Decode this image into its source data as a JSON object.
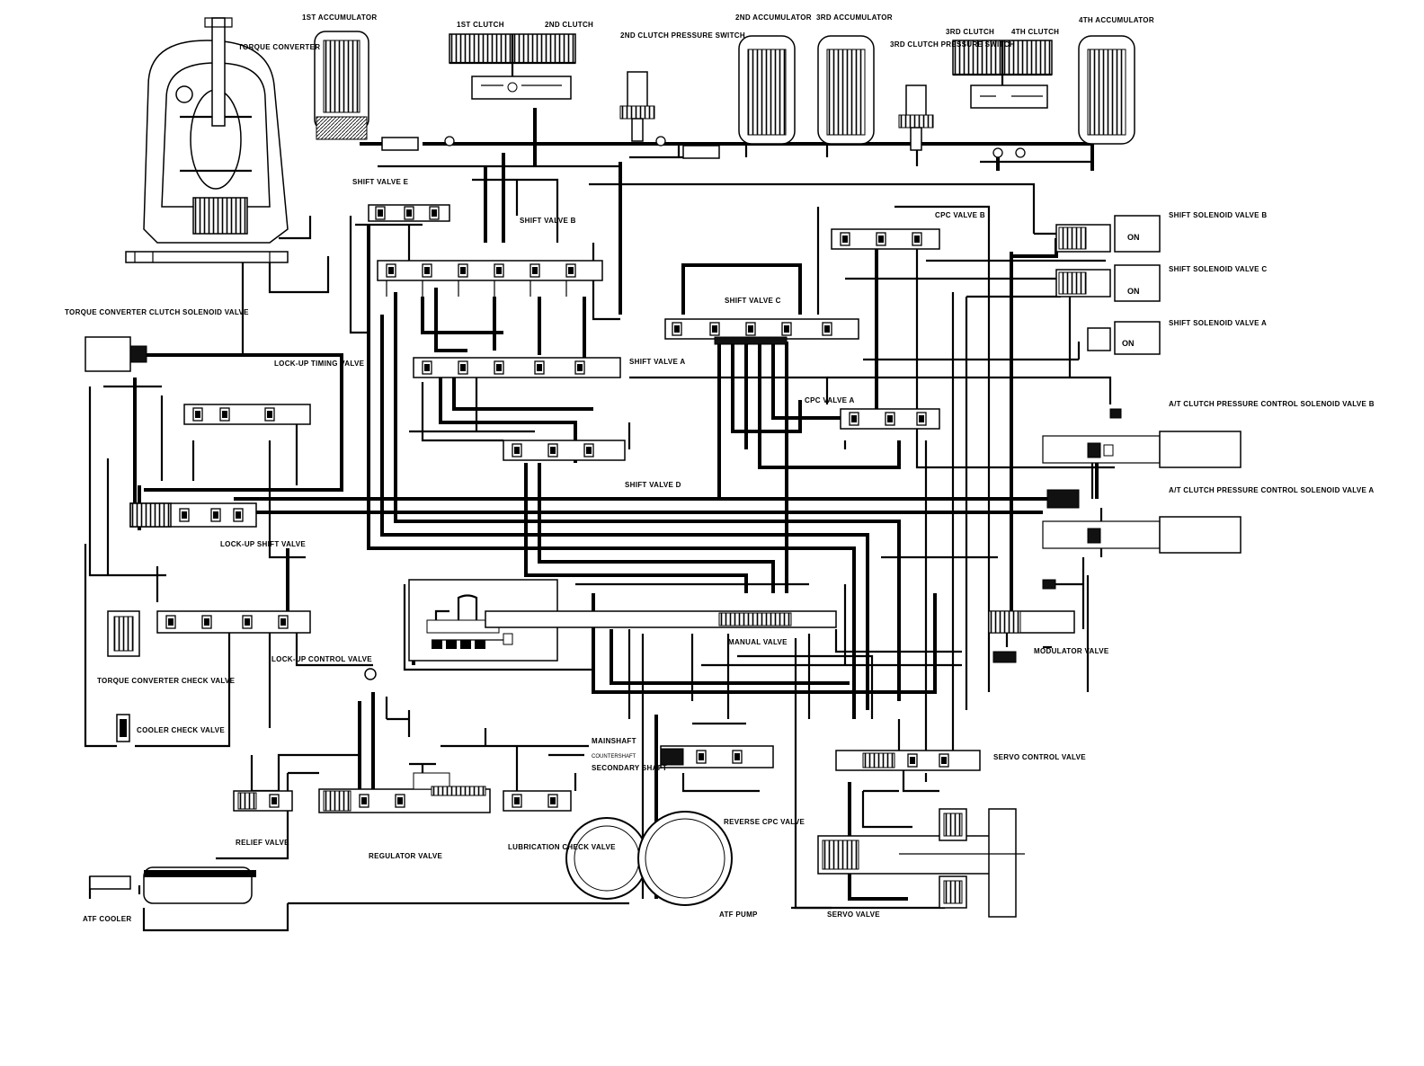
{
  "colors": {
    "ink": "#000000",
    "paper": "#ffffff"
  },
  "labels": {
    "torque_converter": "TORQUE CONVERTER",
    "accumulator_1st": "1ST ACCUMULATOR",
    "clutch_1st": "1ST CLUTCH",
    "clutch_2nd": "2ND CLUTCH",
    "pressure_switch_2nd": "2ND CLUTCH PRESSURE SWITCH",
    "accumulator_2nd": "2ND ACCUMULATOR",
    "accumulator_3rd": "3RD ACCUMULATOR",
    "pressure_switch_3rd": "3RD CLUTCH PRESSURE SWITCH",
    "clutch_3rd": "3RD CLUTCH",
    "clutch_4th": "4TH CLUTCH",
    "accumulator_4th": "4TH ACCUMULATOR",
    "shift_valve_e": "SHIFT VALVE E",
    "shift_valve_b": "SHIFT VALVE B",
    "cpc_valve_b": "CPC VALVE B",
    "shift_solenoid_b": "SHIFT SOLENOID VALVE B",
    "shift_solenoid_c": "SHIFT SOLENOID VALVE C",
    "shift_solenoid_a": "SHIFT SOLENOID VALVE A",
    "tcc_solenoid": "TORQUE CONVERTER CLUTCH SOLENOID VALVE",
    "shift_valve_c": "SHIFT VALVE C",
    "lockup_timing": "LOCK-UP TIMING VALVE",
    "shift_valve_a": "SHIFT VALVE A",
    "cpc_valve_a": "CPC VALVE A",
    "at_clutch_b": "A/T CLUTCH PRESSURE CONTROL SOLENOID VALVE B",
    "shift_valve_d": "SHIFT VALVE D",
    "at_clutch_a": "A/T CLUTCH PRESSURE CONTROL SOLENOID VALVE A",
    "lockup_shift": "LOCK-UP SHIFT VALVE",
    "manual_valve": "MANUAL VALVE",
    "modulator_valve": "MODULATOR VALVE",
    "tc_check_valve": "TORQUE CONVERTER CHECK VALVE",
    "lockup_control": "LOCK-UP CONTROL VALVE",
    "cooler_check": "COOLER CHECK VALVE",
    "mainshaft": "MAINSHAFT",
    "countershaft": "COUNTERSHAFT",
    "secondary_shaft": "SECONDARY SHAFT",
    "servo_control": "SERVO CONTROL VALVE",
    "reverse_cpc": "REVERSE CPC VALVE",
    "relief_valve": "RELIEF VALVE",
    "regulator_valve": "REGULATOR VALVE",
    "lubrication_check": "LUBRICATION CHECK VALVE",
    "atf_pump": "ATF PUMP",
    "servo_valve": "SERVO VALVE",
    "atf_cooler": "ATF COOLER",
    "on_state": "ON"
  }
}
